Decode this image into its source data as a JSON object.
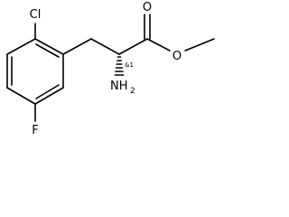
{
  "molecule": {
    "atoms": {
      "cl": "Cl",
      "f": "F",
      "n": "NH",
      "n_sub": "2",
      "o_carbonyl": "O",
      "o_ester": "O"
    },
    "stereo_label": "&1"
  }
}
